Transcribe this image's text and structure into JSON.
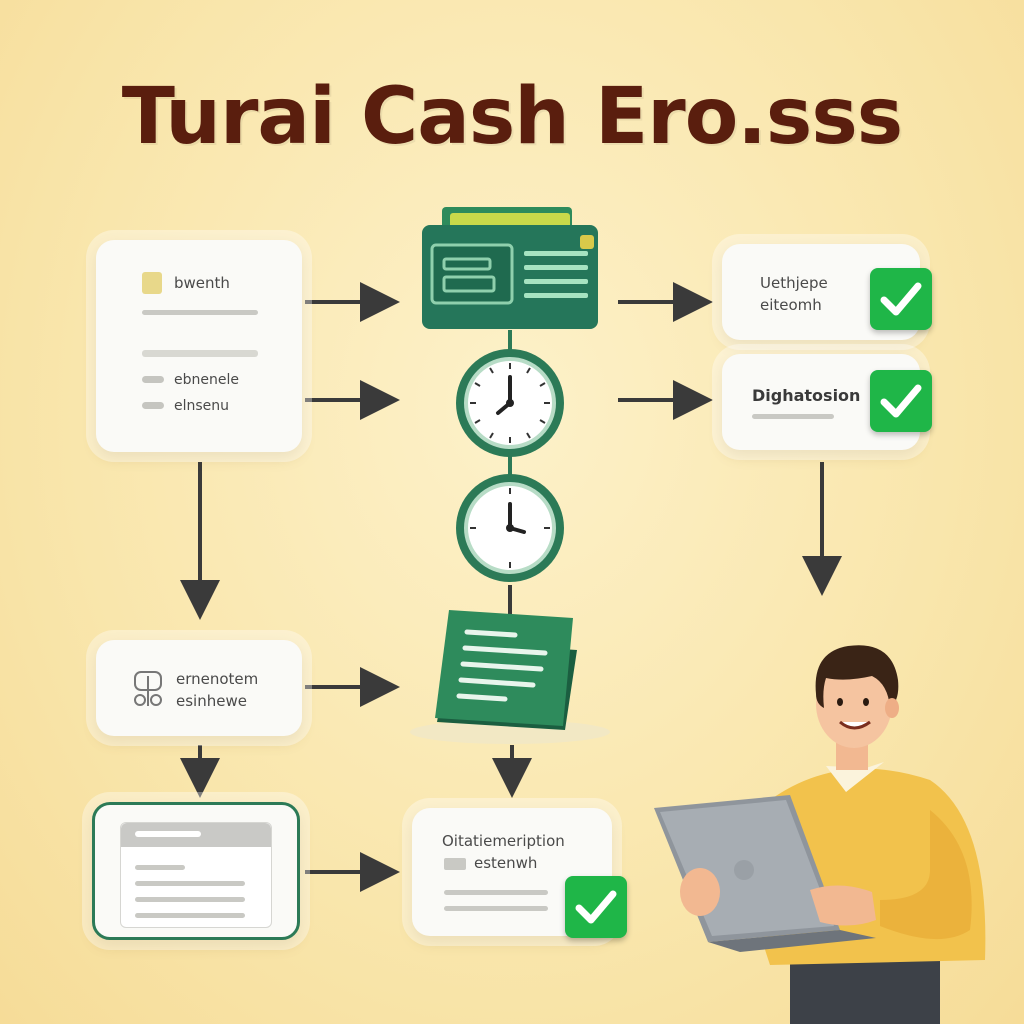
{
  "title": "Turai Cash Ero.sss",
  "colors": {
    "background": "#f9e6ac",
    "title": "#5a1e0e",
    "accent_green": "#2c7a57",
    "check_green": "#1fb648",
    "arrow": "#3a3a3a"
  },
  "nodes": {
    "top_left_card": {
      "heading": "bwenth",
      "item1": "ebnenele",
      "item2": "elnsenu"
    },
    "top_right_card": {
      "line1": "Uethjepe",
      "line2": "eiteomh"
    },
    "mid_right_card": {
      "label": "Dighatosion"
    },
    "mid_left_card": {
      "line1": "ernenotem",
      "line2": "esinhewe"
    },
    "bottom_mid_card": {
      "line1": "Oitatiemeription",
      "line2": "estenwh"
    }
  },
  "icons": {
    "wallet": "wallet-icon",
    "clock": "clock-icon",
    "document": "document-icon",
    "check": "check-icon",
    "scale": "scale-icon",
    "window": "browser-window-icon",
    "person": "person-with-laptop-illustration"
  }
}
